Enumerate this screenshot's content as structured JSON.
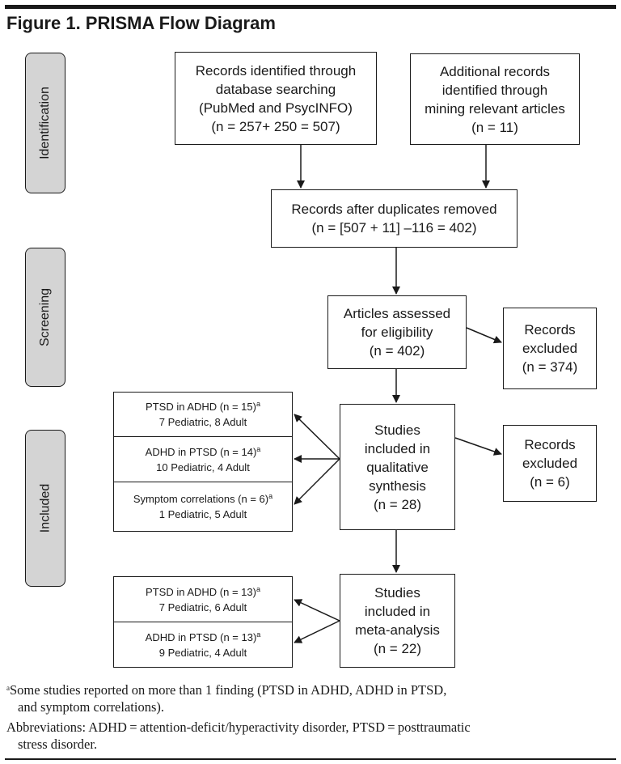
{
  "title": "Figure 1. PRISMA Flow Diagram",
  "stages": {
    "identification": "Identification",
    "screening": "Screening",
    "included": "Included"
  },
  "boxes": {
    "db_search": [
      "Records identified through",
      "database searching",
      "(PubMed and PsycINFO)",
      "(n = 257+ 250 = 507)"
    ],
    "additional": [
      "Additional records",
      "identified through",
      "mining relevant articles",
      "(n = 11)"
    ],
    "duplicates": [
      "Records after duplicates removed",
      "(n = [507 + 11] –116 = 402)"
    ],
    "assessed": [
      "Articles assessed",
      "for eligibility",
      "(n = 402)"
    ],
    "excluded_1": [
      "Records",
      "excluded",
      "(n = 374)"
    ],
    "qualitative": [
      "Studies",
      "included in",
      "qualitative",
      "synthesis",
      "(n = 28)"
    ],
    "excluded_2": [
      "Records",
      "excluded",
      "(n = 6)"
    ],
    "meta": [
      "Studies",
      "included in",
      "meta-analysis",
      "(n = 22)"
    ]
  },
  "qual_groups": [
    {
      "label": "PTSD in ADHD (n = 15)",
      "sup": "a",
      "detail": "7 Pediatric, 8 Adult"
    },
    {
      "label": "ADHD in PTSD (n = 14)",
      "sup": "a",
      "detail": "10 Pediatric, 4 Adult"
    },
    {
      "label": "Symptom correlations (n = 6)",
      "sup": "a",
      "detail": "1 Pediatric, 5 Adult"
    }
  ],
  "meta_groups": [
    {
      "label": "PTSD in ADHD (n = 13)",
      "sup": "a",
      "detail": "7 Pediatric, 6 Adult"
    },
    {
      "label": "ADHD in PTSD (n = 13)",
      "sup": "a",
      "detail": "9 Pediatric, 4 Adult"
    }
  ],
  "footnote": {
    "marker": "a",
    "line1": "Some studies reported on more than 1 finding (PTSD in ADHD, ADHD in PTSD,",
    "line2": "and symptom correlations).",
    "abbrev1": "Abbreviations: ADHD = attention-deficit/hyperactivity disorder, PTSD = posttraumatic",
    "abbrev2": "stress disorder."
  }
}
